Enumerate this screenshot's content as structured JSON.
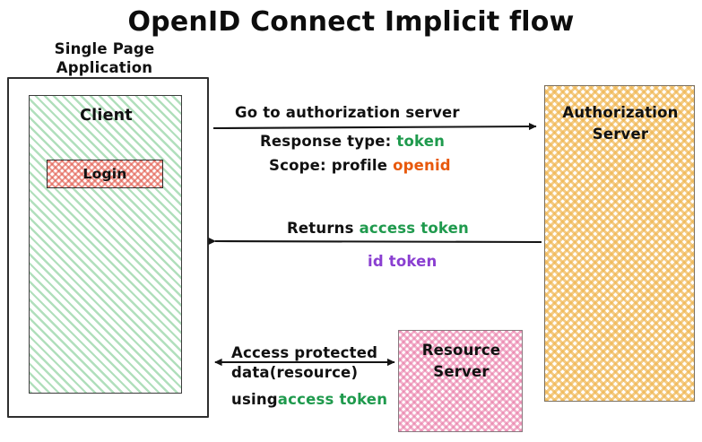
{
  "title": "OpenID Connect Implicit flow",
  "spa": {
    "caption_line1": "Single Page",
    "caption_line2": "Application",
    "client_label": "Client",
    "login_label": "Login"
  },
  "actors": {
    "authorization_server_line1": "Authorization",
    "authorization_server_line2": "Server",
    "resource_server_line1": "Resource",
    "resource_server_line2": "Server"
  },
  "flows": [
    {
      "id": "flow-1",
      "direction": "client-to-authorization-server",
      "line1": "Go to authorization server",
      "line2_prefix": "Response type: ",
      "line2_token": "token",
      "line3_prefix": "Scope: profile ",
      "line3_token": "openid"
    },
    {
      "id": "flow-2",
      "direction": "authorization-server-to-client",
      "line1_prefix": "Returns ",
      "line1_token": "access token",
      "line2_token": "id token"
    },
    {
      "id": "flow-3",
      "direction": "client-to-resource-server-bidirectional",
      "line1": "Access protected",
      "line2": "data(resource)",
      "line3_prefix": "using",
      "line3_token": "access token"
    }
  ],
  "colors": {
    "token_green": "#1f9a4d",
    "openid_orange": "#e8590c",
    "id_token_purple": "#8a3fd1",
    "client_fill": "#78c88c",
    "login_fill": "#e25c4e",
    "authorization_server_fill": "#f0b753",
    "resource_server_fill": "#e878a5",
    "stroke": "#1a1a1a",
    "background": "#ffffff"
  }
}
